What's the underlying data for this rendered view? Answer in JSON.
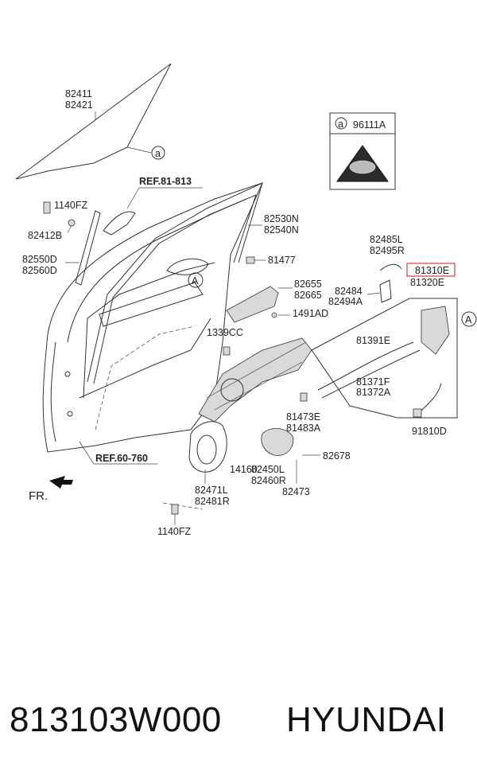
{
  "diagram": {
    "labels": {
      "glass_a": "82411",
      "glass_b": "82421",
      "callout_a": "a",
      "ref_81_813": "REF.81-813",
      "bolt_1140fz_top": "1140FZ",
      "part_82412b": "82412B",
      "part_82550d": "82550D",
      "part_82560d": "82560D",
      "part_82530n": "82530N",
      "part_82540n": "82540N",
      "part_81477": "81477",
      "part_82655": "82655",
      "part_82665": "82665",
      "part_1491ad": "1491AD",
      "part_1339cc": "1339CC",
      "part_82485l": "82485L",
      "part_82495r": "82495R",
      "part_81310e": "81310E",
      "part_81320e": "81320E",
      "part_82484": "82484",
      "part_82494a": "82494A",
      "part_81391e": "81391E",
      "part_81371f": "81371F",
      "part_81372a": "81372A",
      "part_81473e": "81473E",
      "part_81483a": "81483A",
      "part_91810d": "91810D",
      "part_82678": "82678",
      "part_14160": "14160",
      "part_82450l": "82450L",
      "part_82460r": "82460R",
      "part_82473": "82473",
      "part_82471l": "82471L",
      "part_82481r": "82481R",
      "bolt_1140fz_bottom": "1140FZ",
      "ref_60_760": "REF.60-760",
      "front_marker": "FR.",
      "circle_A": "A",
      "legend_callout": "a",
      "legend_part": "96111A"
    },
    "highlight_color": "#e23b3b"
  },
  "footer": {
    "part_number": "813103W000",
    "brand": "HYUNDAI"
  }
}
